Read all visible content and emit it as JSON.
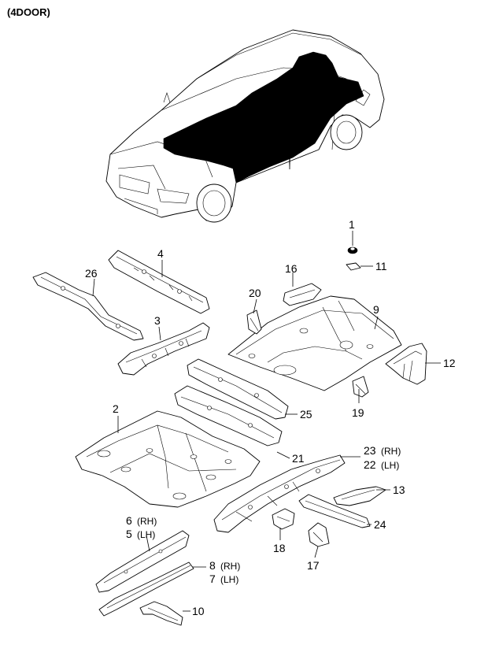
{
  "diagram": {
    "title": "(4DOOR)",
    "parts": [
      {
        "id": "1",
        "number": "1"
      },
      {
        "id": "2",
        "number": "2"
      },
      {
        "id": "3",
        "number": "3"
      },
      {
        "id": "4",
        "number": "4"
      },
      {
        "id": "6",
        "number": "6",
        "side": "(RH)"
      },
      {
        "id": "5",
        "number": "5",
        "side": "(LH)"
      },
      {
        "id": "8",
        "number": "8",
        "side": "(RH)"
      },
      {
        "id": "7",
        "number": "7",
        "side": "(LH)"
      },
      {
        "id": "9",
        "number": "9"
      },
      {
        "id": "10",
        "number": "10"
      },
      {
        "id": "11",
        "number": "11"
      },
      {
        "id": "12",
        "number": "12"
      },
      {
        "id": "13",
        "number": "13"
      },
      {
        "id": "16",
        "number": "16"
      },
      {
        "id": "17",
        "number": "17"
      },
      {
        "id": "18",
        "number": "18"
      },
      {
        "id": "19",
        "number": "19"
      },
      {
        "id": "20",
        "number": "20"
      },
      {
        "id": "21",
        "number": "21"
      },
      {
        "id": "23",
        "number": "23",
        "side": "(RH)"
      },
      {
        "id": "22",
        "number": "22",
        "side": "(LH)"
      },
      {
        "id": "24",
        "number": "24"
      },
      {
        "id": "25",
        "number": "25"
      },
      {
        "id": "26",
        "number": "26"
      }
    ]
  }
}
